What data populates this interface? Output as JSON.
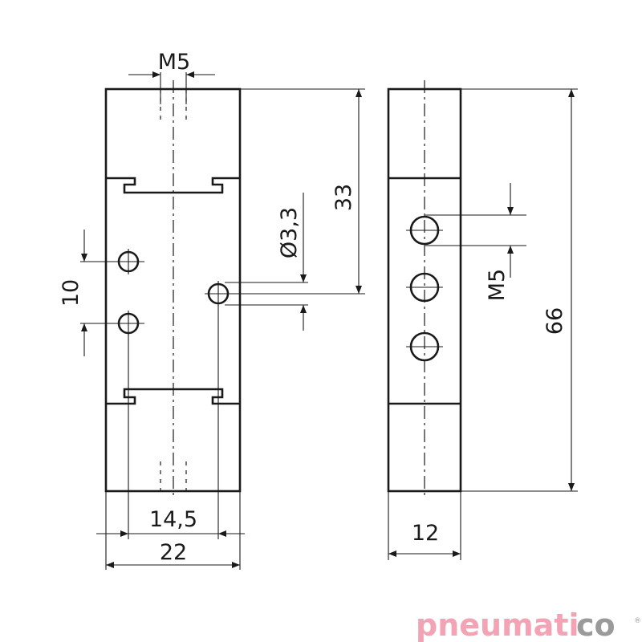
{
  "dimensions": {
    "thread_top": "M5",
    "hole_spacing": "10",
    "hole_diameter": "Ø3,3",
    "height_half": "33",
    "hole_pitch_width": "14,5",
    "width": "22",
    "thread_side": "M5",
    "height": "66",
    "depth": "12"
  },
  "logo": {
    "text_pink": "pneumati",
    "text_grey": "co",
    "mark": "®",
    "colors": {
      "pink": "#f3a3b4",
      "grey": "#9a9a9a"
    }
  }
}
